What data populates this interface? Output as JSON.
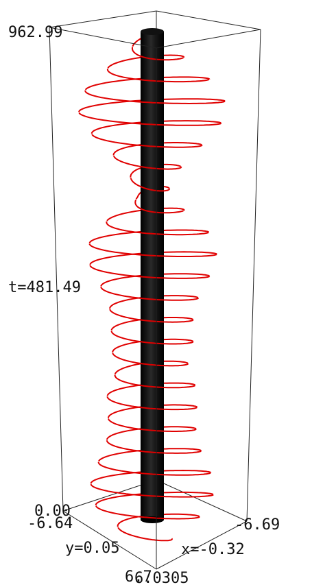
{
  "plot": {
    "labels": {
      "t_max": "962.99",
      "t_mid": "t=481.49",
      "t_min": "0.00",
      "y_min": "-6.64",
      "y_axis": "y=0.05",
      "y_max": "6.7",
      "x_min": "-6.69",
      "x_axis": "x=-0.32",
      "x_max": "6.0305"
    },
    "colors": {
      "helix": "#e00000",
      "cylinder": "#0a0a0a",
      "box_edges": "#222222"
    },
    "trajectory_description_hidden": null
  }
}
